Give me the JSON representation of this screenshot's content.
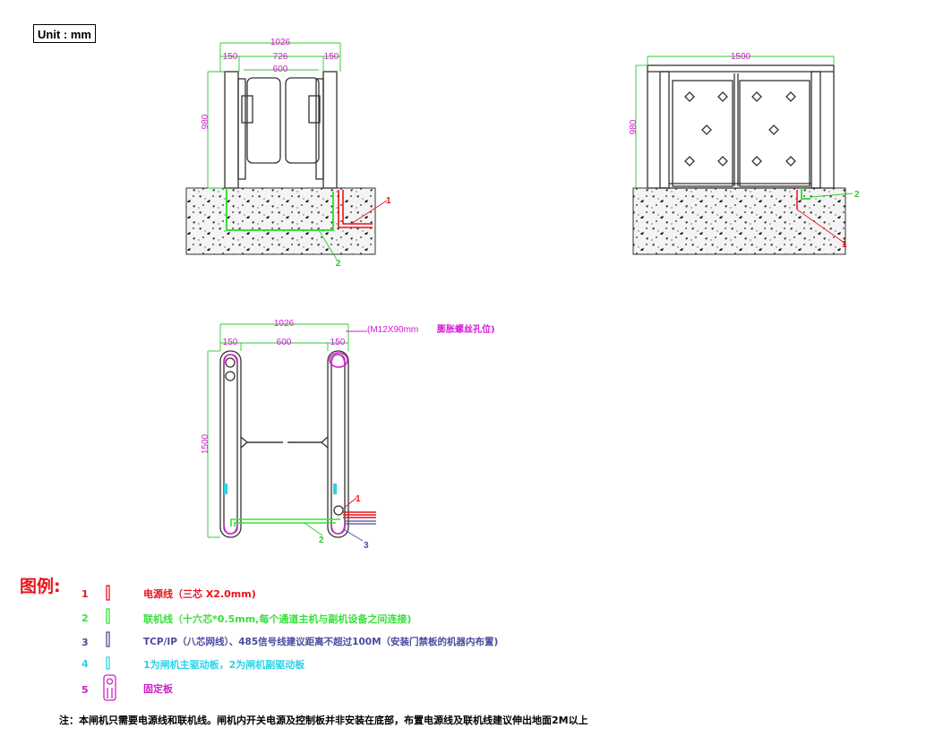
{
  "unit_label": "Unit : mm",
  "colors": {
    "structure": "#333333",
    "dimension_green": "#2ec830",
    "dimension_magenta": "#d61bd6",
    "power_red": "#e8141c",
    "link_green": "#39e03b",
    "tcp_blue": "#4a4aa0",
    "board_cyan": "#2ad2e6",
    "fixed_magenta": "#cc22cc",
    "concrete_fill": "#f2f2f2"
  },
  "front_view": {
    "dim_total": "1026",
    "dim_left": "150",
    "dim_middle": "726",
    "dim_right": "150",
    "dim_inner": "600",
    "dim_height": "980",
    "callout_1": "1",
    "callout_2": "2"
  },
  "side_view": {
    "dim_width": "1500",
    "dim_height": "980",
    "callout_1": "1",
    "callout_2": "2"
  },
  "plan_view": {
    "dim_total": "1026",
    "dim_left": "150",
    "dim_inner": "600",
    "dim_right": "150",
    "dim_length": "1500",
    "bolt_note_a": "(M12X90mm",
    "bolt_note_b": "膨胀螺丝孔位)",
    "callout_1": "1",
    "callout_2": "2",
    "callout_3": "3"
  },
  "legend": {
    "title": "图例:",
    "items": [
      {
        "num": "1",
        "text": "电源线（三芯 X2.0mm)",
        "icon": "power-cable-icon"
      },
      {
        "num": "2",
        "text": "联机线（十六芯*0.5mm,每个通道主机与副机设备之间连接)",
        "icon": "link-cable-icon"
      },
      {
        "num": "3",
        "text": "TCP/IP（八芯网线）、485信号线建议距离不超过100M（安装门禁板的机器内布置)",
        "icon": "network-cable-icon"
      },
      {
        "num": "4",
        "text": "1为闸机主驱动板，2为闸机副驱动板",
        "icon": "drive-board-icon"
      },
      {
        "num": "5",
        "text": "固定板",
        "icon": "fixed-plate-icon"
      }
    ]
  },
  "note": "注：本闸机只需要电源线和联机线。闸机内开关电源及控制板并非安装在底部，布置电源线及联机线建议伸出地面2M以上"
}
